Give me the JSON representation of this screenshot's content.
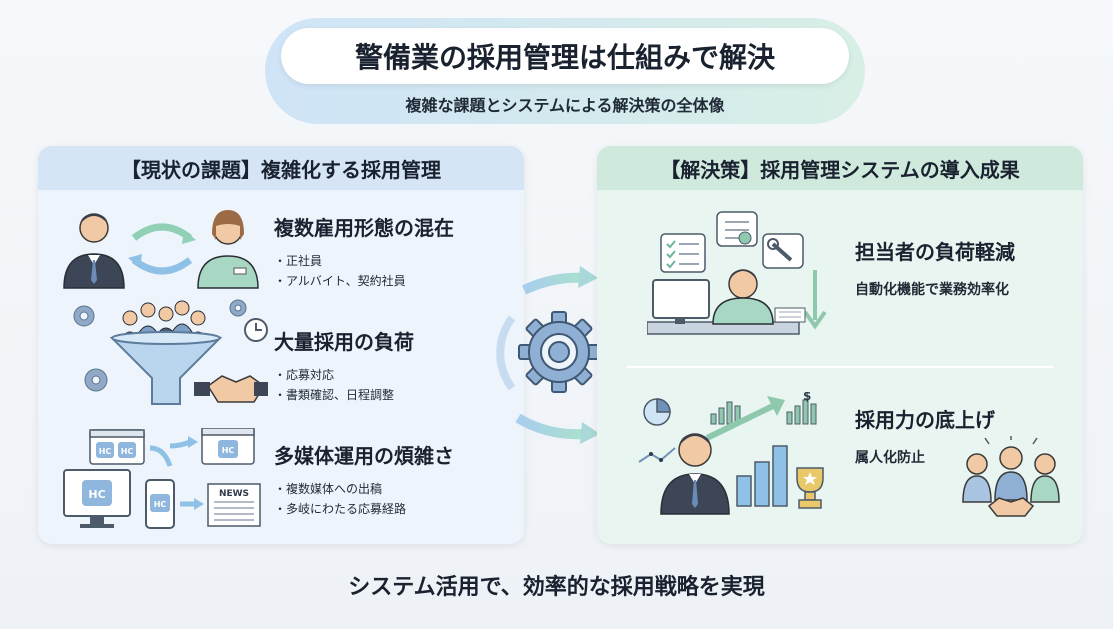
{
  "header": {
    "title": "警備業の採用管理は仕組みで解決",
    "subtitle": "複雑な課題とシステムによる解決策の全体像"
  },
  "left_panel": {
    "heading": "【現状の課題】複雑化する採用管理",
    "items": [
      {
        "title": "複数雇用形態の混在",
        "bullets": [
          "正社員",
          "アルバイト、契約社員"
        ]
      },
      {
        "title": "大量採用の負荷",
        "bullets": [
          "応募対応",
          "書類確認、日程調整"
        ]
      },
      {
        "title": "多媒体運用の煩雑さ",
        "bullets": [
          "複数媒体への出稿",
          "多岐にわたる応募経路"
        ]
      }
    ],
    "logo_text": "HC",
    "news_label": "NEWS"
  },
  "right_panel": {
    "heading": "【解決策】採用管理システムの導入成果",
    "items": [
      {
        "title": "担当者の負荷軽減",
        "desc": "自動化機能で業務効率化"
      },
      {
        "title": "採用力の底上げ",
        "desc": "属人化防止"
      }
    ],
    "dollar": "$"
  },
  "footer": {
    "text": "システム活用で、効率的な採用戦略を実現"
  },
  "colors": {
    "left_bg": "#eef4fb",
    "left_head": "#d5e5f6",
    "right_bg": "#e9f5f0",
    "right_head": "#cfeadd",
    "accent_blue": "#7fb2e0",
    "accent_green": "#7fc9a8",
    "navy": "#2f3b4c"
  },
  "icons": [
    "people-exchange-icon",
    "funnel-icon",
    "handshake-icon",
    "media-screens-icon",
    "gear-icon",
    "checklist-icon",
    "computer-worker-icon",
    "chart-icon",
    "trophy-icon",
    "team-icon"
  ]
}
